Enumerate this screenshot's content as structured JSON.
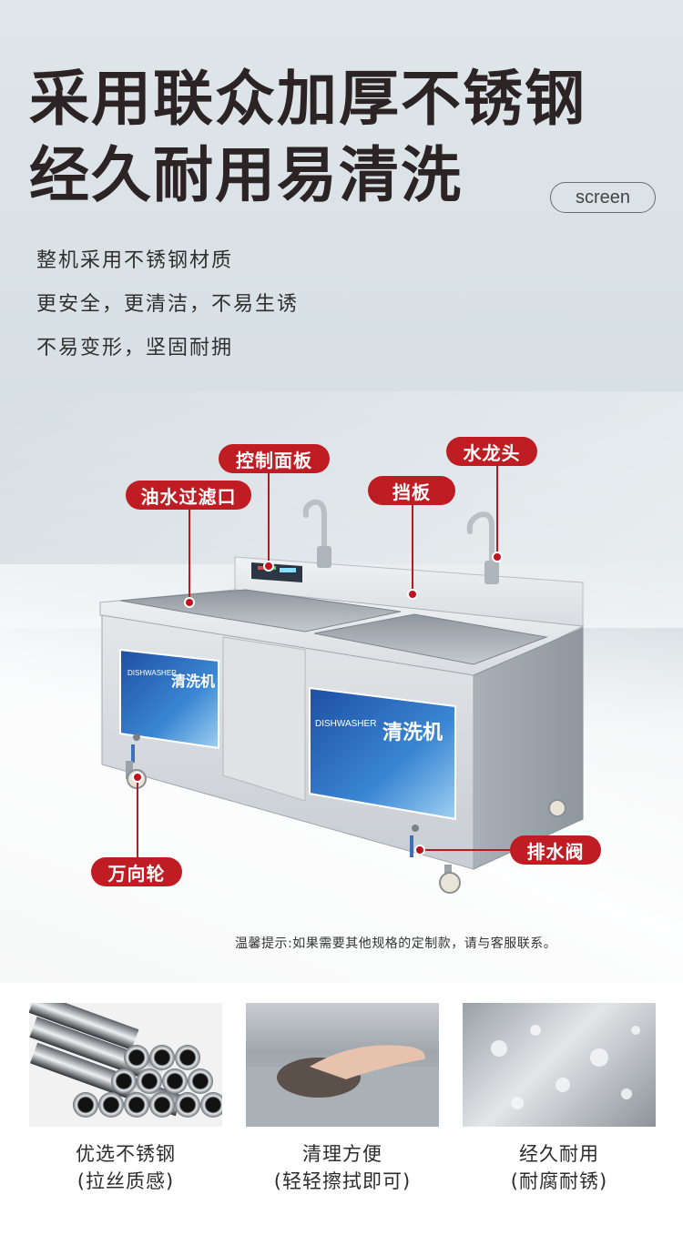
{
  "headline": {
    "line1": "采用联众加厚不锈钢",
    "line2": "经久耐用易清洗",
    "badge": "screen"
  },
  "features": [
    "整机采用不锈钢材质",
    "更安全，更清洁，不易生诱",
    "不易变形，坚固耐拥"
  ],
  "callouts": {
    "control_panel": "控制面板",
    "faucet": "水龙头",
    "oil_filter": "油水过滤口",
    "baffle": "挡板",
    "drain_valve": "排水阀",
    "caster": "万向轮"
  },
  "machine_labels": {
    "brand_title_left": "清洗机",
    "brand_title_right": "清洗机",
    "dishwasher": "DISHWASHER"
  },
  "notice": "温馨提示:如果需要其他规格的定制款，请与客服联系。",
  "highlights": [
    {
      "line1": "优选不锈钢",
      "line2": "(拉丝质感)"
    },
    {
      "line1": "清理方便",
      "line2": "(轻轻擦拭即可)"
    },
    {
      "line1": "经久耐用",
      "line2": "(耐腐耐锈)"
    }
  ],
  "colors": {
    "accent_red": "#bf1d23",
    "title_text": "#2c2324"
  }
}
